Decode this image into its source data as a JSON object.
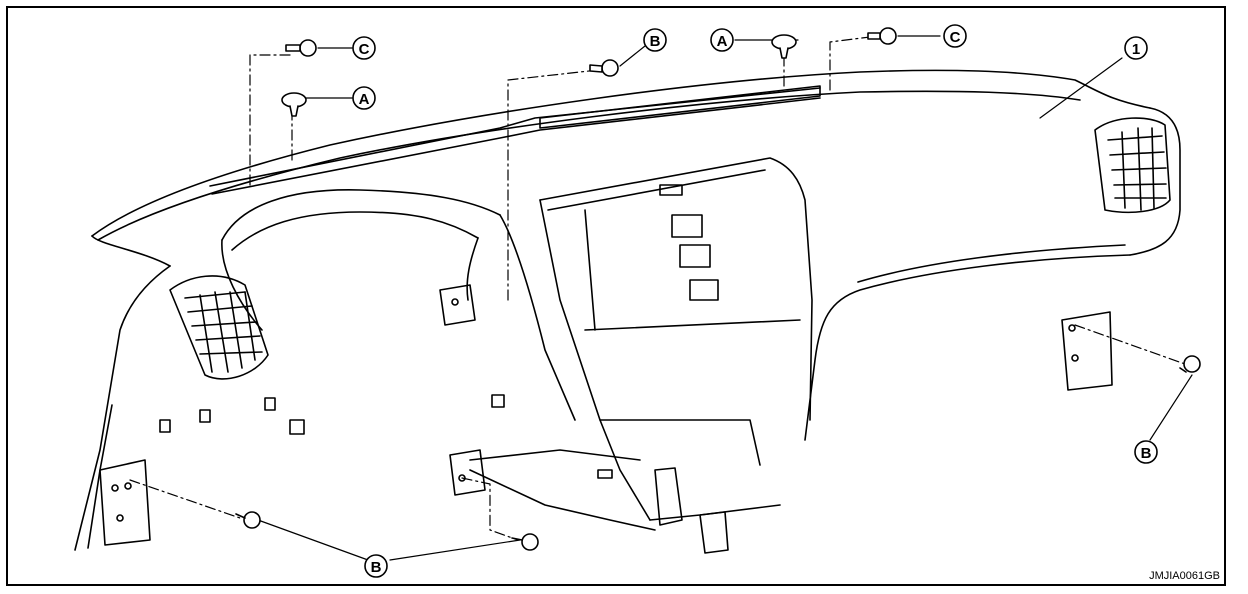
{
  "figure": {
    "reference_code": "JMJIA0061GB",
    "stroke_color": "#000000",
    "background_color": "#ffffff"
  },
  "callouts": {
    "part_1": "1",
    "clip_a_left": "A",
    "clip_a_top": "A",
    "screw_b_top": "B",
    "screw_b_right": "B",
    "screw_b_bottom": "B",
    "screw_c_left": "C",
    "screw_c_right": "C"
  },
  "icons": [
    "clip-icon",
    "screw-icon",
    "bolt-icon"
  ]
}
